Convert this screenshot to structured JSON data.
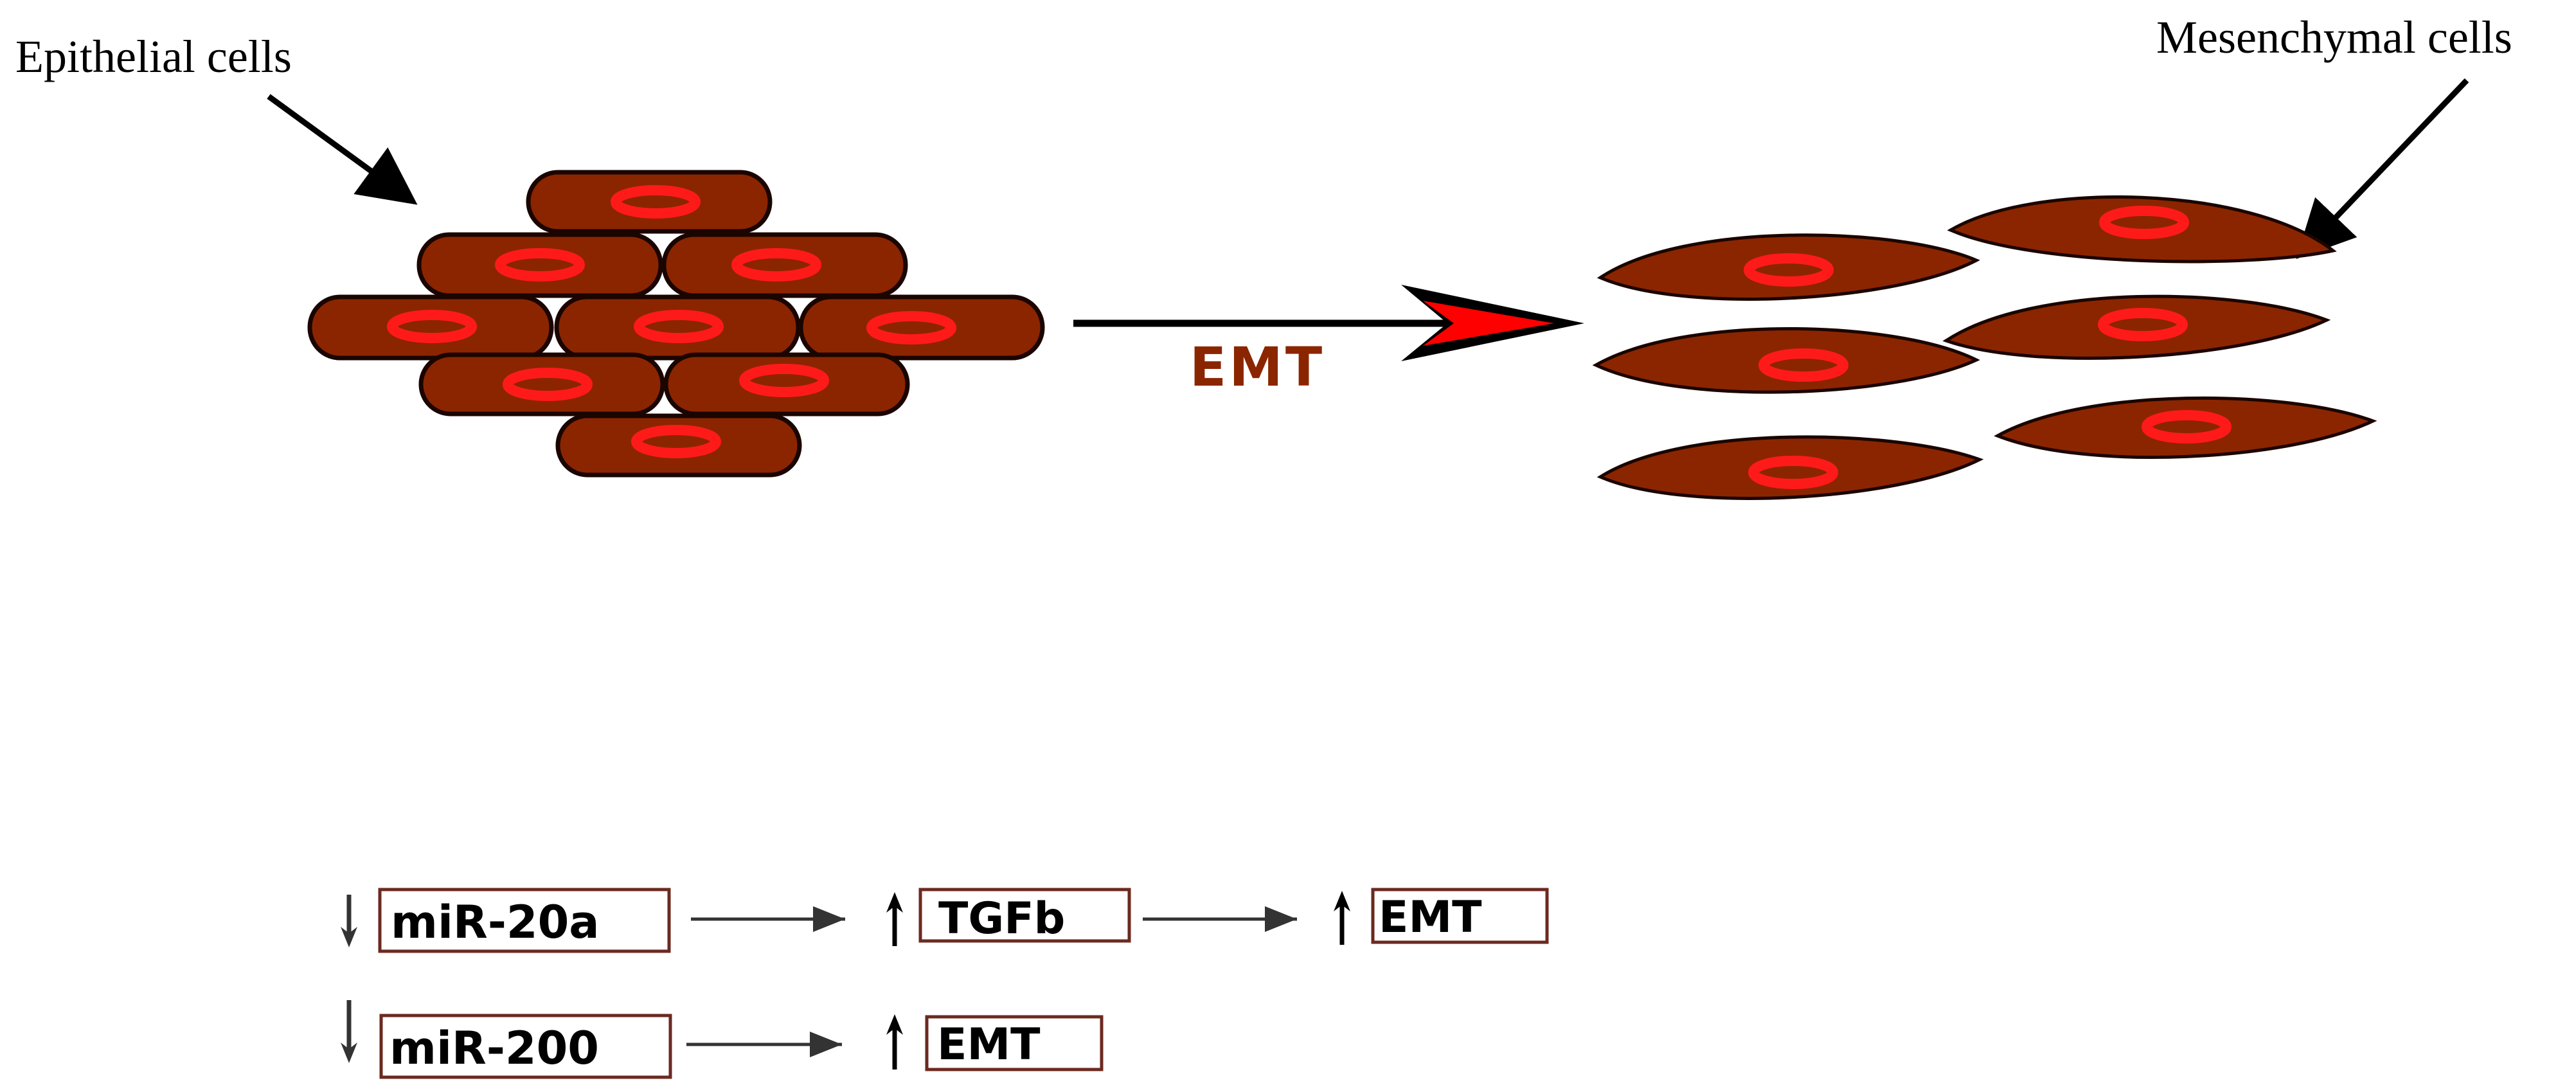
{
  "labels": {
    "epithelial": "Epithelial cells",
    "mesenchymal": "Mesenchymal cells",
    "transition": "EMT"
  },
  "pathways": [
    {
      "source": "miR-20a",
      "source_direction": "down",
      "steps": [
        {
          "label": "TGFb",
          "direction": "up"
        },
        {
          "label": "EMT",
          "direction": "up"
        }
      ]
    },
    {
      "source": "miR-200",
      "source_direction": "down",
      "steps": [
        {
          "label": "EMT",
          "direction": "up"
        }
      ]
    }
  ],
  "colors": {
    "cell_fill": "#8B2500",
    "cell_outline": "#1a0500",
    "nucleus": "#ff1a1a",
    "arrowhead": "#ff0000",
    "emt_text": "#8B2500",
    "box_border": "#6b2a20",
    "text": "#000000",
    "arrow_gray": "#333333"
  },
  "icons": {
    "down": "down-arrow-icon",
    "up": "up-arrow-icon"
  }
}
